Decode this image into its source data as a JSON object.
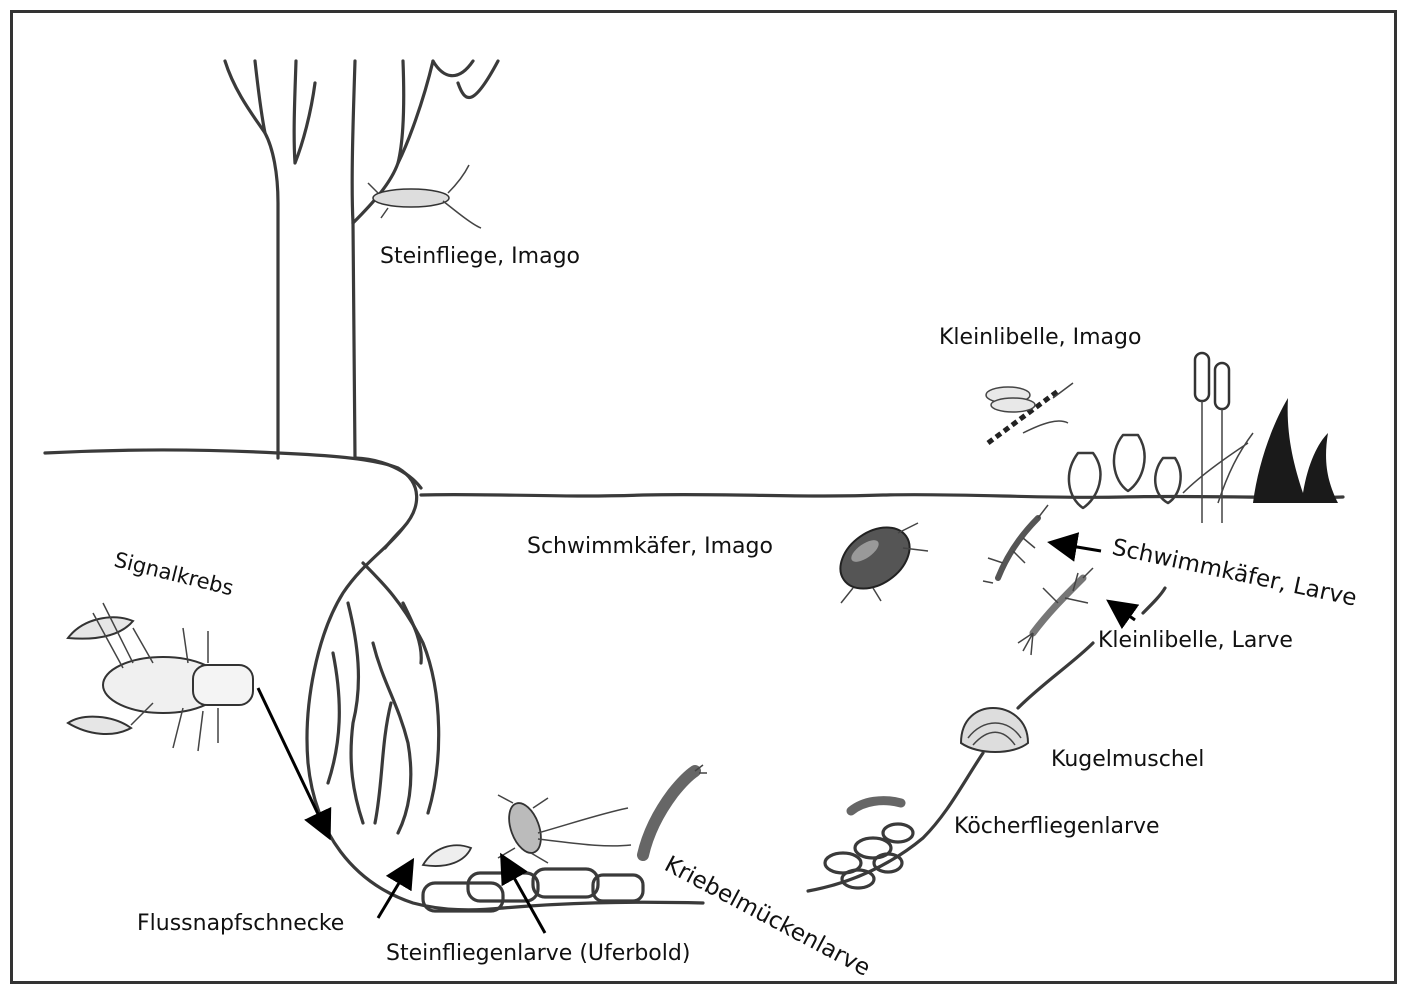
{
  "labels": {
    "steinfliege_imago": "Steinfliege, Imago",
    "kleinlibelle_imago": "Kleinlibelle, Imago",
    "signalkrebs": "Signalkrebs",
    "schwimmkaefer_imago": "Schwimmkäfer, Imago",
    "schwimmkaefer_larve": "Schwimmkäfer, Larve",
    "kleinlibelle_larve": "Kleinlibelle, Larve",
    "kugelmuschel": "Kugelmuschel",
    "koecherfliegenlarve": "Köcherfliegenlarve",
    "kriebelmueckenlarve": "Kriebelmückenlarve",
    "flussnapfschnecke": "Flussnapfschnecke",
    "steinfliegenlarve": "Steinfliegenlarve (Uferbold)"
  },
  "colors": {
    "line": "#3a3a3a",
    "text": "#111111",
    "border": "#333333"
  }
}
